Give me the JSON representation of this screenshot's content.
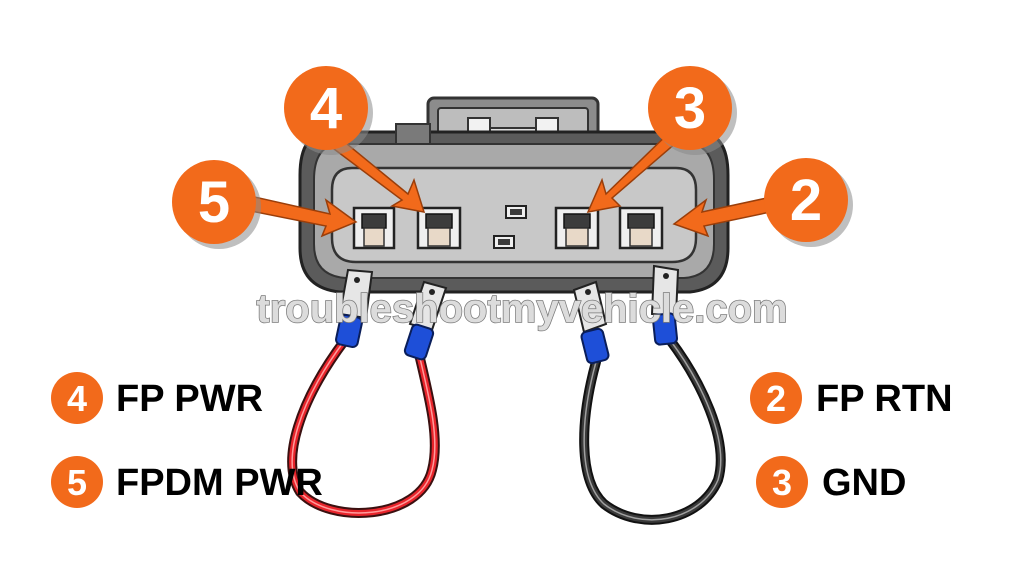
{
  "watermark": "troubleshootmyvehicle.com",
  "colors": {
    "callout": "#f26a1b",
    "callout_shadow": "#8a8a8a",
    "connector_outer": "#5b5b5b",
    "connector_mid": "#a9a9a9",
    "connector_face": "#c8c8c8",
    "wire_red": "#e8242b",
    "wire_black": "#3a3a3a",
    "crimp_blue": "#1e4fd8",
    "terminal": "#e6e6e6"
  },
  "callouts": [
    {
      "id": "pin5",
      "label": "5"
    },
    {
      "id": "pin4",
      "label": "4"
    },
    {
      "id": "pin3",
      "label": "3"
    },
    {
      "id": "pin2",
      "label": "2"
    }
  ],
  "legend": {
    "left": [
      {
        "num": "4",
        "text": "FP PWR"
      },
      {
        "num": "5",
        "text": "FPDM PWR"
      }
    ],
    "right": [
      {
        "num": "2",
        "text": "FP RTN"
      },
      {
        "num": "3",
        "text": "GND"
      }
    ]
  }
}
